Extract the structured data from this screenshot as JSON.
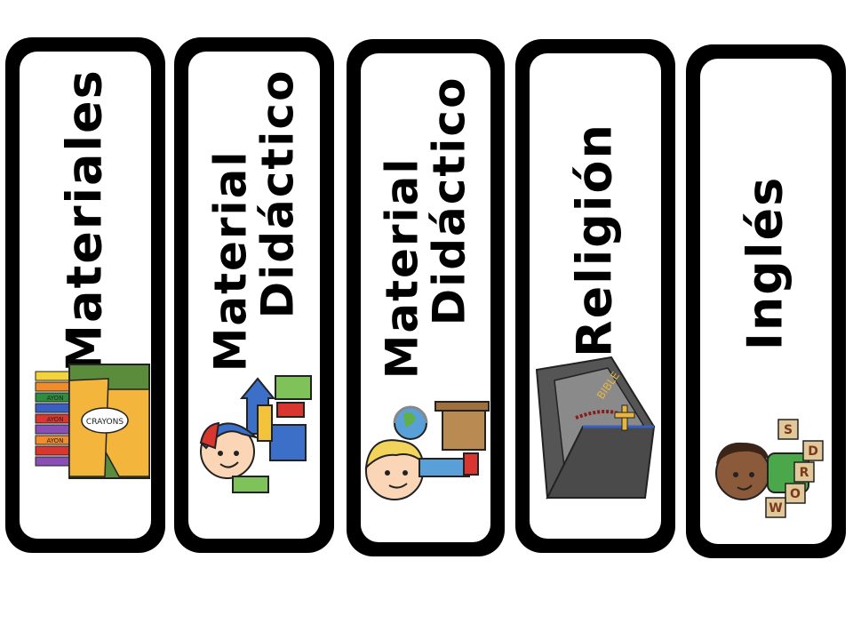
{
  "cards": [
    {
      "lines": [
        "Materiales"
      ],
      "icon": "crayons-box-icon",
      "crayons_text": "CRAYONS",
      "crayon_stick_text": "AYON"
    },
    {
      "lines": [
        "Material",
        "Didáctico"
      ],
      "icon": "boy-with-blocks-icon"
    },
    {
      "lines": [
        "Material",
        "Didáctico"
      ],
      "icon": "boy-with-globe-icon"
    },
    {
      "lines": [
        "Religión"
      ],
      "icon": "bible-icon",
      "bible_text": "BIBLE"
    },
    {
      "lines": [
        "Inglés"
      ],
      "icon": "boy-with-word-blocks-icon",
      "word_letters": [
        "S",
        "W",
        "O",
        "R",
        "D"
      ]
    }
  ],
  "colors": {
    "frame": "#000000",
    "card_bg": "#ffffff"
  }
}
